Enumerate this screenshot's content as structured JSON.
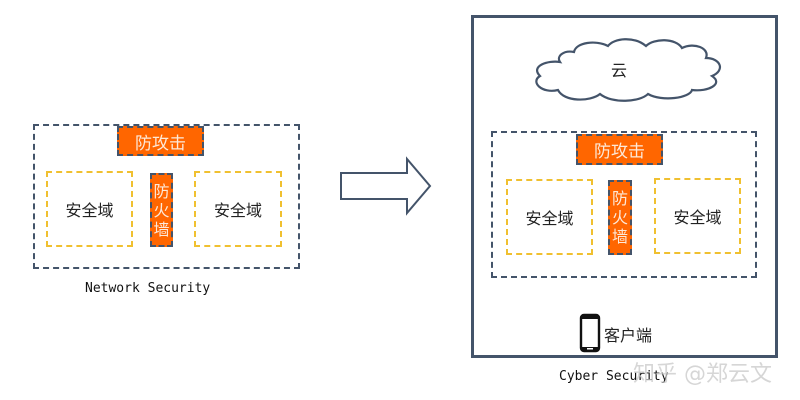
{
  "network_security": {
    "caption": "Network Security",
    "attack_defense": "防攻击",
    "firewall": [
      "防",
      "火",
      "墙"
    ],
    "zone_left": "安全域",
    "zone_right": "安全域"
  },
  "cyber_security": {
    "caption": "Cyber Security",
    "cloud": "云",
    "attack_defense": "防攻击",
    "firewall": [
      "防",
      "火",
      "墙"
    ],
    "zone_left": "安全域",
    "zone_right": "安全域",
    "client": "客户端",
    "client_icon": "smartphone-icon"
  },
  "transition_arrow": "right-arrow-icon",
  "watermark": "知乎 @郑云文",
  "colors": {
    "frame": "#44546a",
    "orange": "#ff6600",
    "zone_border": "#f0c030",
    "orange_text": "#fde9d9"
  }
}
